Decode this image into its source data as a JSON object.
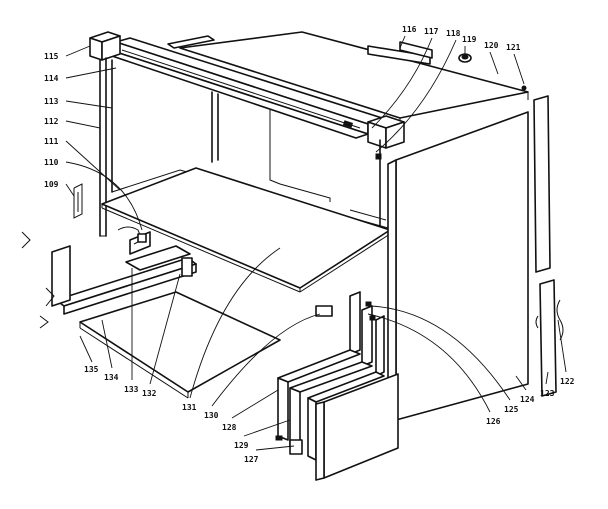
{
  "callouts": {
    "c116": "116",
    "c117": "117",
    "c118": "118",
    "c119": "119",
    "c120": "120",
    "c121": "121",
    "c115": "115",
    "c114": "114",
    "c113": "113",
    "c112": "112",
    "c111": "111",
    "c110": "110",
    "c109": "109",
    "c135": "135",
    "c134": "134",
    "c133": "133",
    "c132": "132",
    "c131": "131",
    "c130": "130",
    "c129": "129",
    "c128": "128",
    "c127": "127",
    "c126": "126",
    "c125": "125",
    "c124": "124",
    "c123": "123",
    "c122": "122"
  }
}
